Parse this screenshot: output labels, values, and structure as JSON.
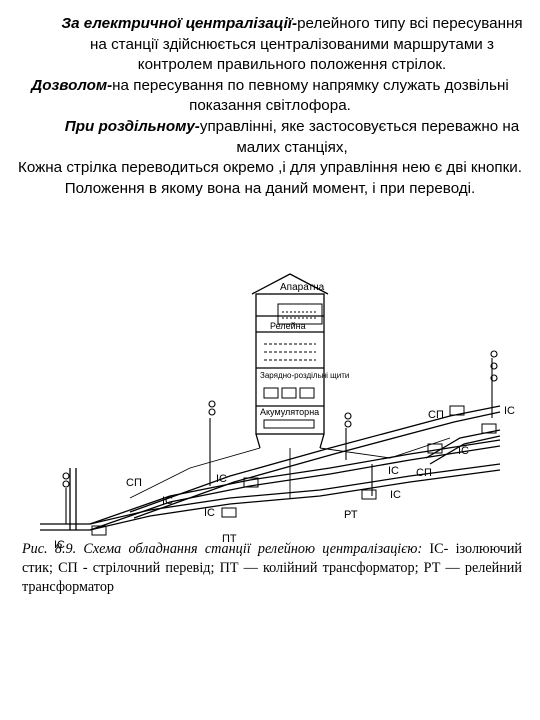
{
  "paragraphs": [
    {
      "lead": "За електричної централізації-",
      "text": "релейного типу всі пересування на станції здійснюється централізованими маршрутами з контролем правильного положення стрілок."
    },
    {
      "lead": "Дозволом-",
      "text": "на пересування по певному напрямку служать дозвільні показання світлофора."
    },
    {
      "lead": "При роздільному-",
      "text": "управлінні, яке застосовується переважно на малих станціях,"
    },
    {
      "lead": "",
      "text": "Кожна стрілка переводиться  окремо ,і для управління нею є дві кнопки. Положення в якому вона на даний момент, і при переводі."
    }
  ],
  "figure": {
    "building_labels": {
      "apparatus": "Апаратна",
      "relay": "Релейна",
      "charging": "Зарядно-роздільні щити",
      "battery": "Акумуляторна"
    },
    "labels": {
      "sp_left": "СП",
      "ic_left_bottom": "ІС",
      "ic_center_1": "ІС",
      "ic_center_2": "ІС",
      "ic_center_3": "ІС",
      "pt": "ПТ",
      "rt": "РТ",
      "ic_mid_right": "ІС",
      "sp_mid_right": "СП",
      "ic_right_lower": "ІС",
      "sp_right_top": "СП",
      "ic_right_top": "ІС",
      "ic_right_mid": "ІС"
    }
  },
  "caption": {
    "title": "Рис. 8.9. Схема обладнання станції релейною централізацією:",
    "body": "ІС- ізолюючий стик; СП -   стрілочний перевід; ПТ — колійний трансформатор; РТ — релейний трансформатор"
  }
}
